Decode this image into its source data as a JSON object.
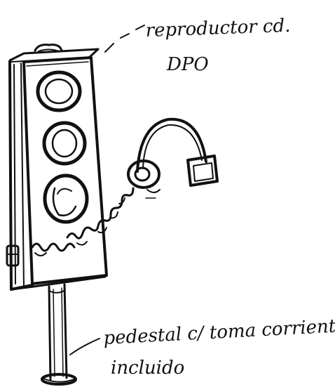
{
  "annotations": {
    "top_line1": "reproductor cd.",
    "top_line2": "DPO",
    "bottom_line1": "pedestal c/ toma corriente",
    "bottom_line2": "incluido"
  },
  "objects": {
    "device": "cd-player-tower",
    "buttons": [
      "top-speaker-ring",
      "middle-speaker-ring",
      "bottom-speaker-ring"
    ],
    "accessory": "headphones",
    "support": "pedestal"
  },
  "style": {
    "ink_color": "#111111",
    "paper_color": "#ffffff"
  }
}
